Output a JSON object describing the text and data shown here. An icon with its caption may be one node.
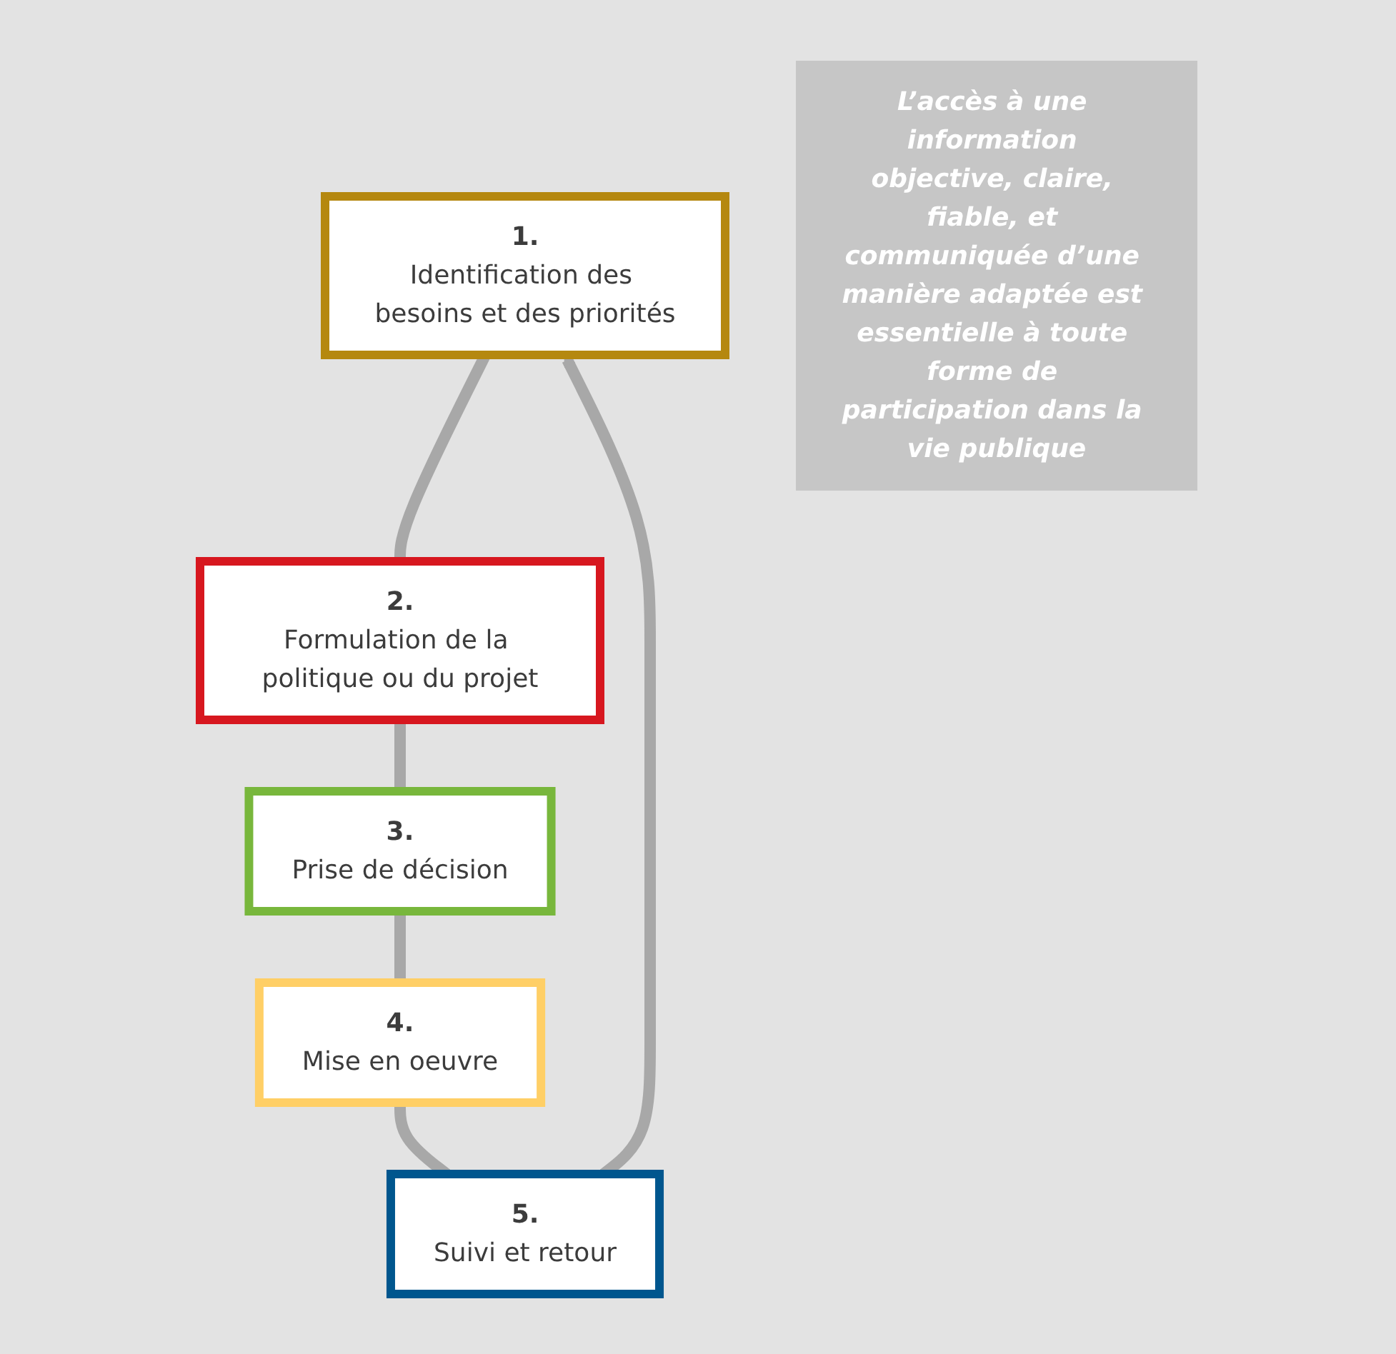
{
  "diagram": {
    "nodes": [
      {
        "text": [
          "1.",
          "Identification des besoins et des priorités"
        ]
      },
      {
        "text": [
          "2.",
          "Formulation de la politique ou du projet"
        ]
      },
      {
        "text": [
          "3.",
          "Prise de décision"
        ]
      },
      {
        "text": [
          "4.",
          "Mise en oeuvre"
        ]
      },
      {
        "text": [
          "5.",
          "Suivi et retour"
        ]
      },
      {
        "text": [
          "L’accès à une information objective, claire, fiable, et communiquée d’une manière adaptée est essentielle à toute forme de participation dans la vie publique"
        ]
      }
    ],
    "edges": [
      {
        "from": 0,
        "to": 1,
        "arrow": "none"
      },
      {
        "from": 1,
        "to": 2,
        "arrow": "none"
      },
      {
        "from": 2,
        "to": 3,
        "arrow": "none"
      },
      {
        "from": 3,
        "to": 4,
        "arrow": "none"
      },
      {
        "from": 4,
        "to": 0,
        "arrow": "to"
      }
    ]
  }
}
